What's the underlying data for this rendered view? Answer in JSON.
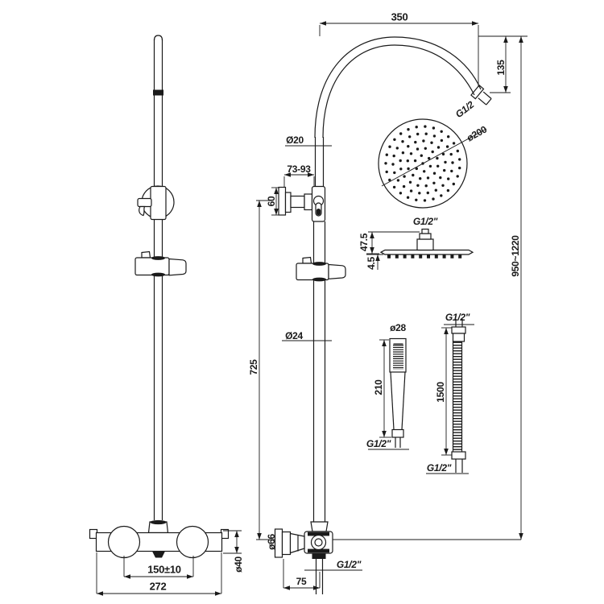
{
  "drawing": {
    "description": "Thermostatic shower riser kit dimension drawing",
    "colors": {
      "line": "#1a1a1a",
      "background": "#ffffff"
    },
    "labels": {
      "top_width": "350",
      "arm_drop": "135",
      "arm_thread": "G1/2",
      "head_diameter": "ø200",
      "upper_pipe_diameter": "Ø20",
      "bracket_range": "73-93",
      "bracket_flange": "60",
      "head_profile_thread": "G1/2\"",
      "head_profile_height": "47.5",
      "head_plate_thickness": "4.5",
      "overall_height": "950~1220",
      "riser_length": "725",
      "lower_pipe_diameter": "Ø24",
      "handset_diameter": "ø28",
      "handset_length": "210",
      "handset_thread": "G1/2\"",
      "hose_top_thread": "G1/2\"",
      "hose_length": "1500",
      "hose_bottom_thread": "G1/2\"",
      "inlet_diameter": "ø66",
      "inlet_offset": "75",
      "inlet_thread": "G1/2\"",
      "valve_inlet_centers": "150±10",
      "valve_width": "272",
      "valve_body_diameter": "ø40"
    }
  }
}
